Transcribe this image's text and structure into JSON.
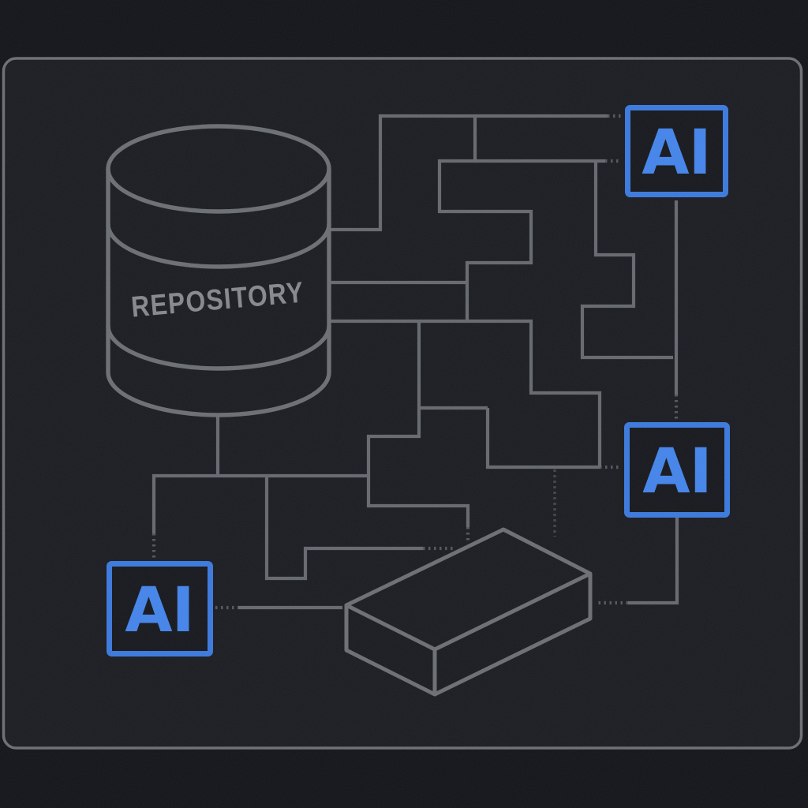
{
  "diagram": {
    "title_hint": "circuit maze linking a data repository to AI chips",
    "colors": {
      "page": "#131419",
      "panel": "#1a1c21",
      "face": "#191b20",
      "chip-fill": "#16181d",
      "frame": "#6b6e73",
      "trace": "#65686e",
      "label": "#85888d",
      "accent": "#3b79dd",
      "accent-text": "#4484ea"
    },
    "repository": {
      "label": "REPOSITORY"
    },
    "chips": [
      {
        "id": "chip-top-right",
        "label": "AI"
      },
      {
        "id": "chip-mid-right",
        "label": "AI"
      },
      {
        "id": "chip-bottom-left",
        "label": "AI"
      }
    ],
    "block": {
      "shape": "isometric-slab"
    }
  }
}
